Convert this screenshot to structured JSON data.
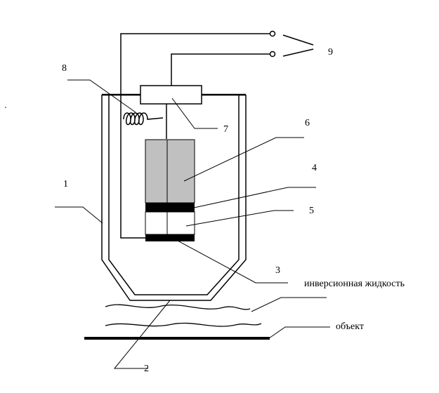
{
  "labels": {
    "n1": "1",
    "n2": "2",
    "n3": "3",
    "n4": "4",
    "n5": "5",
    "n6": "6",
    "n7": "7",
    "n8": "8",
    "n9": "9",
    "liquid": "инверсионная жидкость",
    "object": "объект"
  },
  "colors": {
    "line": "#000000",
    "sensor_fill": "#c0c0c0",
    "background": "#ffffff"
  }
}
